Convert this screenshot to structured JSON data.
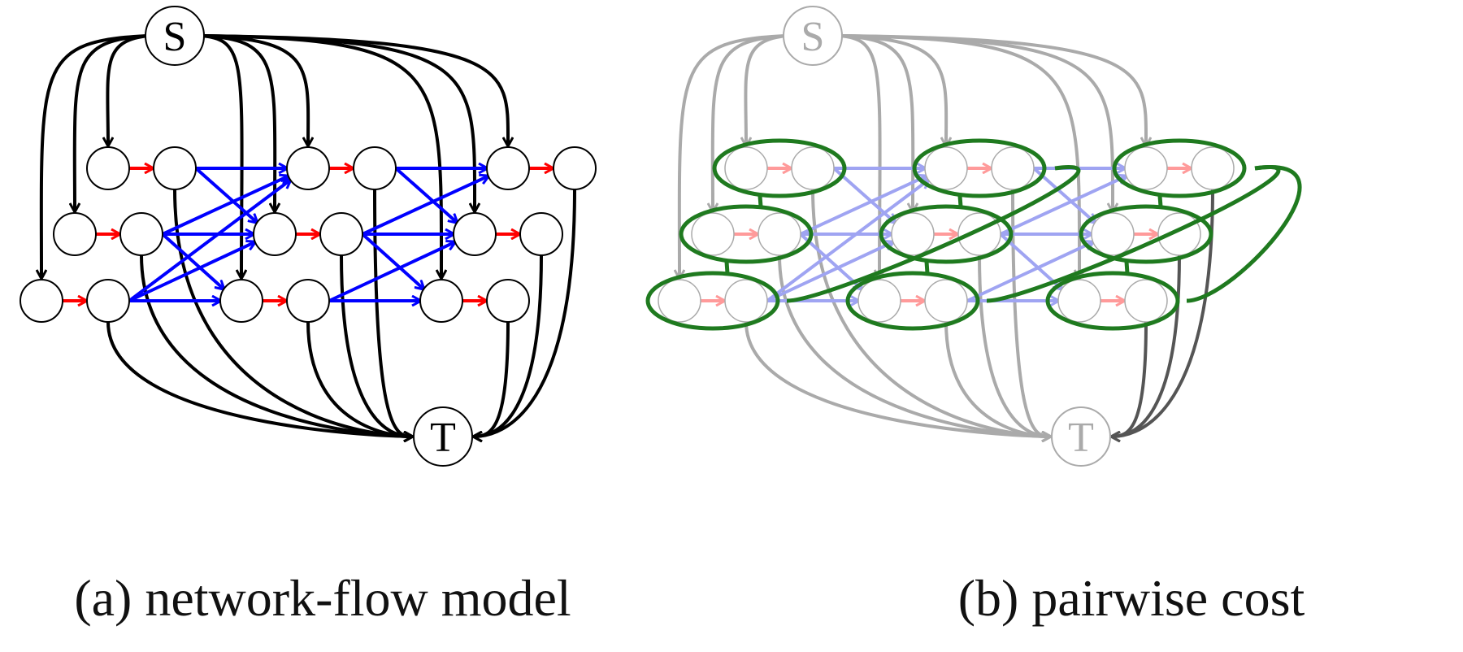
{
  "panels": [
    {
      "id": "a",
      "caption": "(a) network-flow model",
      "source_label": "S",
      "sink_label": "T"
    },
    {
      "id": "b",
      "caption": "(b) pairwise cost",
      "source_label": "S",
      "sink_label": "T"
    }
  ],
  "colors": {
    "node_stroke": "#000000",
    "flow_edge": "#000000",
    "observation_edge": "#ff0000",
    "transition_edge": "#0000ff",
    "pairwise_group": "#1f7a1f",
    "faded": "#aaaaaa"
  },
  "graph": {
    "tracklets": [
      {
        "row": 0,
        "col": 0
      },
      {
        "row": 0,
        "col": 2
      },
      {
        "row": 0,
        "col": 4
      },
      {
        "row": 1,
        "col": 0
      },
      {
        "row": 1,
        "col": 2
      },
      {
        "row": 1,
        "col": 4
      },
      {
        "row": 2,
        "col": 0
      },
      {
        "row": 2,
        "col": 2
      },
      {
        "row": 2,
        "col": 4
      }
    ],
    "transitions": [
      [
        0,
        1
      ],
      [
        0,
        4
      ],
      [
        3,
        1
      ],
      [
        3,
        4
      ],
      [
        3,
        7
      ],
      [
        6,
        1
      ],
      [
        6,
        4
      ],
      [
        6,
        7
      ],
      [
        1,
        2
      ],
      [
        1,
        5
      ],
      [
        4,
        2
      ],
      [
        4,
        5
      ],
      [
        4,
        8
      ],
      [
        7,
        5
      ],
      [
        7,
        8
      ]
    ],
    "pairwise_links": [
      [
        0,
        3
      ],
      [
        3,
        6
      ],
      [
        1,
        4
      ],
      [
        4,
        7
      ],
      [
        2,
        5
      ],
      [
        5,
        8
      ]
    ],
    "pairwise_loops": [
      [
        6,
        1
      ],
      [
        7,
        2
      ],
      [
        8,
        2
      ]
    ]
  }
}
